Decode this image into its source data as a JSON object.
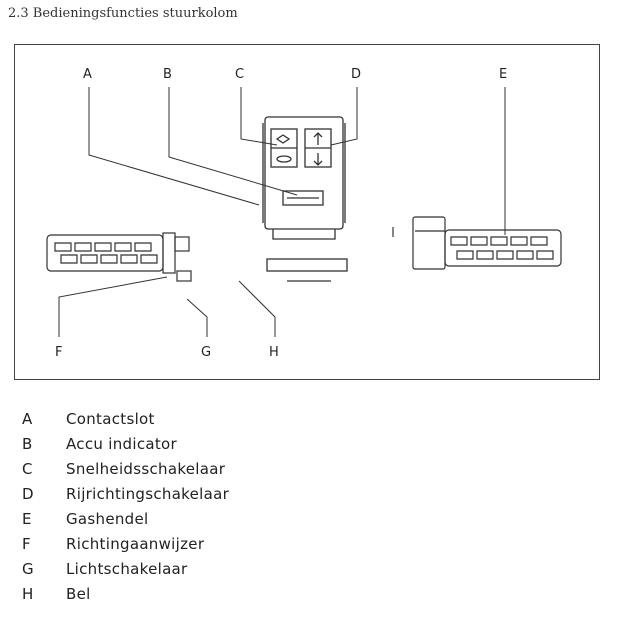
{
  "heading": "2.3 Bedieningsfuncties stuurkolom",
  "figure": {
    "letters_top": [
      "A",
      "B",
      "C",
      "D",
      "E"
    ],
    "letters_bottom": [
      "F",
      "G",
      "H"
    ]
  },
  "legend": [
    {
      "letter": "A",
      "text": "Contactslot"
    },
    {
      "letter": "B",
      "text": "Accu indicator"
    },
    {
      "letter": "C",
      "text": "Snelheidsschakelaar"
    },
    {
      "letter": "D",
      "text": "Rijrichtingschakelaar"
    },
    {
      "letter": "E",
      "text": "Gashendel"
    },
    {
      "letter": "F",
      "text": "Richtingaanwijzer"
    },
    {
      "letter": "G",
      "text": "Lichtschakelaar"
    },
    {
      "letter": "H",
      "text": "Bel"
    }
  ]
}
